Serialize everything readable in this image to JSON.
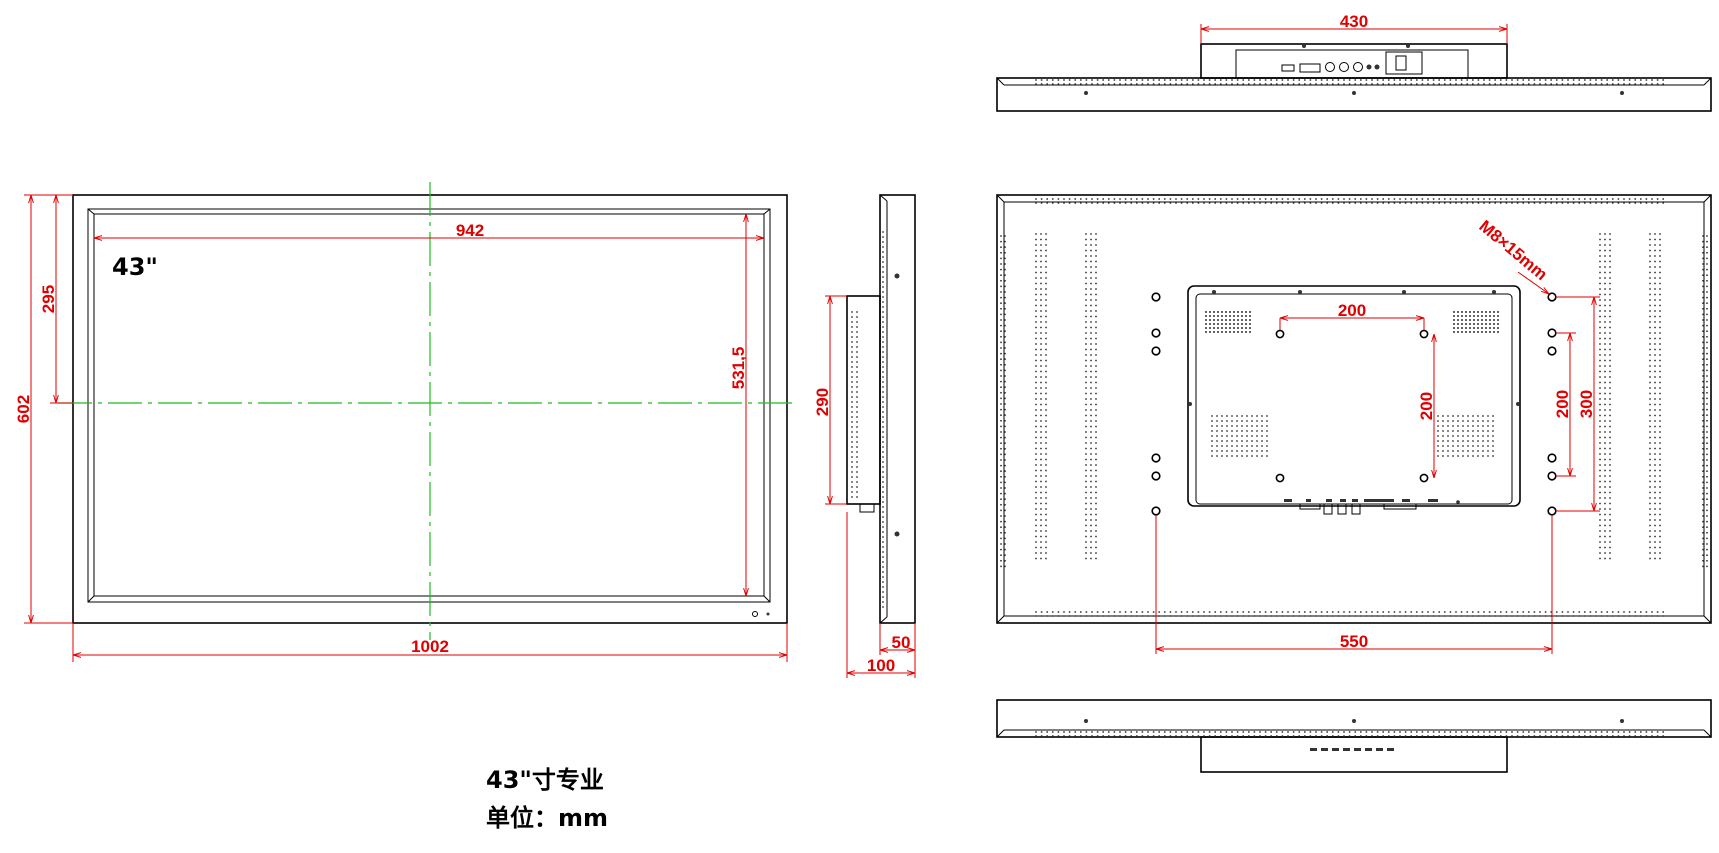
{
  "front_view": {
    "size_label": "43\"",
    "width_overall": "1002",
    "width_active": "942",
    "height_overall": "602",
    "height_active": "531,5",
    "height_half": "295"
  },
  "side_view": {
    "box_height": "290",
    "depth_panel": "50",
    "depth_total": "100"
  },
  "back_view": {
    "screw_spec": "M8×15mm",
    "vesa_inner_h": "200",
    "vesa_inner_v": "200",
    "vesa_mid_v": "200",
    "vesa_outer_v": "300",
    "vesa_outer_h": "550"
  },
  "top_view": {
    "box_width": "430"
  },
  "caption": {
    "line1": "43\"寸专业",
    "line2": "单位：mm"
  },
  "colors": {
    "dimension": "#e00000",
    "centerline": "#22bb22",
    "outline": "#000000"
  }
}
